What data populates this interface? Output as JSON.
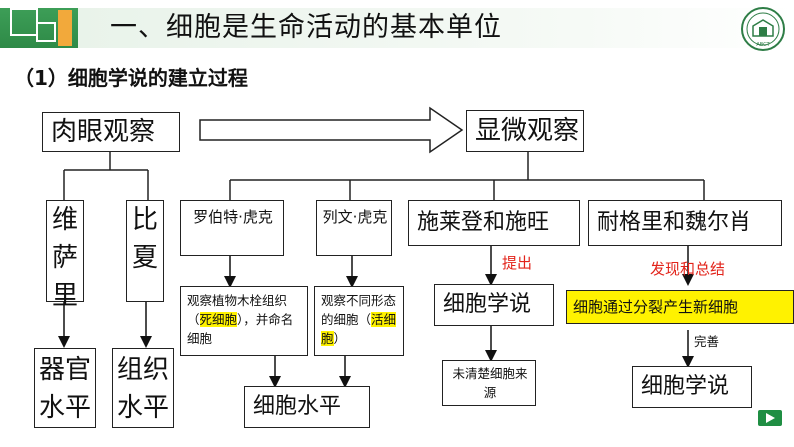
{
  "header": {
    "title": "一、细胞是生命活动的基本单位",
    "logo_text": "ABCT"
  },
  "section": {
    "title": "（1）细胞学说的建立过程"
  },
  "nodes": {
    "naked_eye": "肉眼观察",
    "microscope": "显微观察",
    "wei_sa_li": "维萨里",
    "bi_xia": "比夏",
    "organ_level": "器官水平",
    "tissue_level": "组织水平",
    "hooke": "罗伯特·虎克",
    "leeuwenhoek": "列文·虎克",
    "schleiden_schwann": "施莱登和施旺",
    "virchow": "耐格里和魏尔肖",
    "hooke_note_pre": "观察植物木栓组织（",
    "hooke_note_hl": "死细胞",
    "hooke_note_post": "），并命名细胞",
    "leeu_note_pre": "观察不同形态的细胞（",
    "leeu_note_hl": "活细胞",
    "leeu_note_post": "）",
    "cell_level": "细胞水平",
    "proposed": "提出",
    "cell_theory_1": "细胞学说",
    "unclear_note": "未清楚细胞来源",
    "discover_summary": "发现和总结",
    "division_note": "细胞通过分裂产生新细胞",
    "perfect": "完善",
    "cell_theory_2": "细胞学说"
  },
  "colors": {
    "accent_green": "#2e8a47",
    "highlight_yellow": "#fff200",
    "red_text": "#e2231a"
  },
  "controls": {
    "next_icon": "play-right-icon"
  }
}
